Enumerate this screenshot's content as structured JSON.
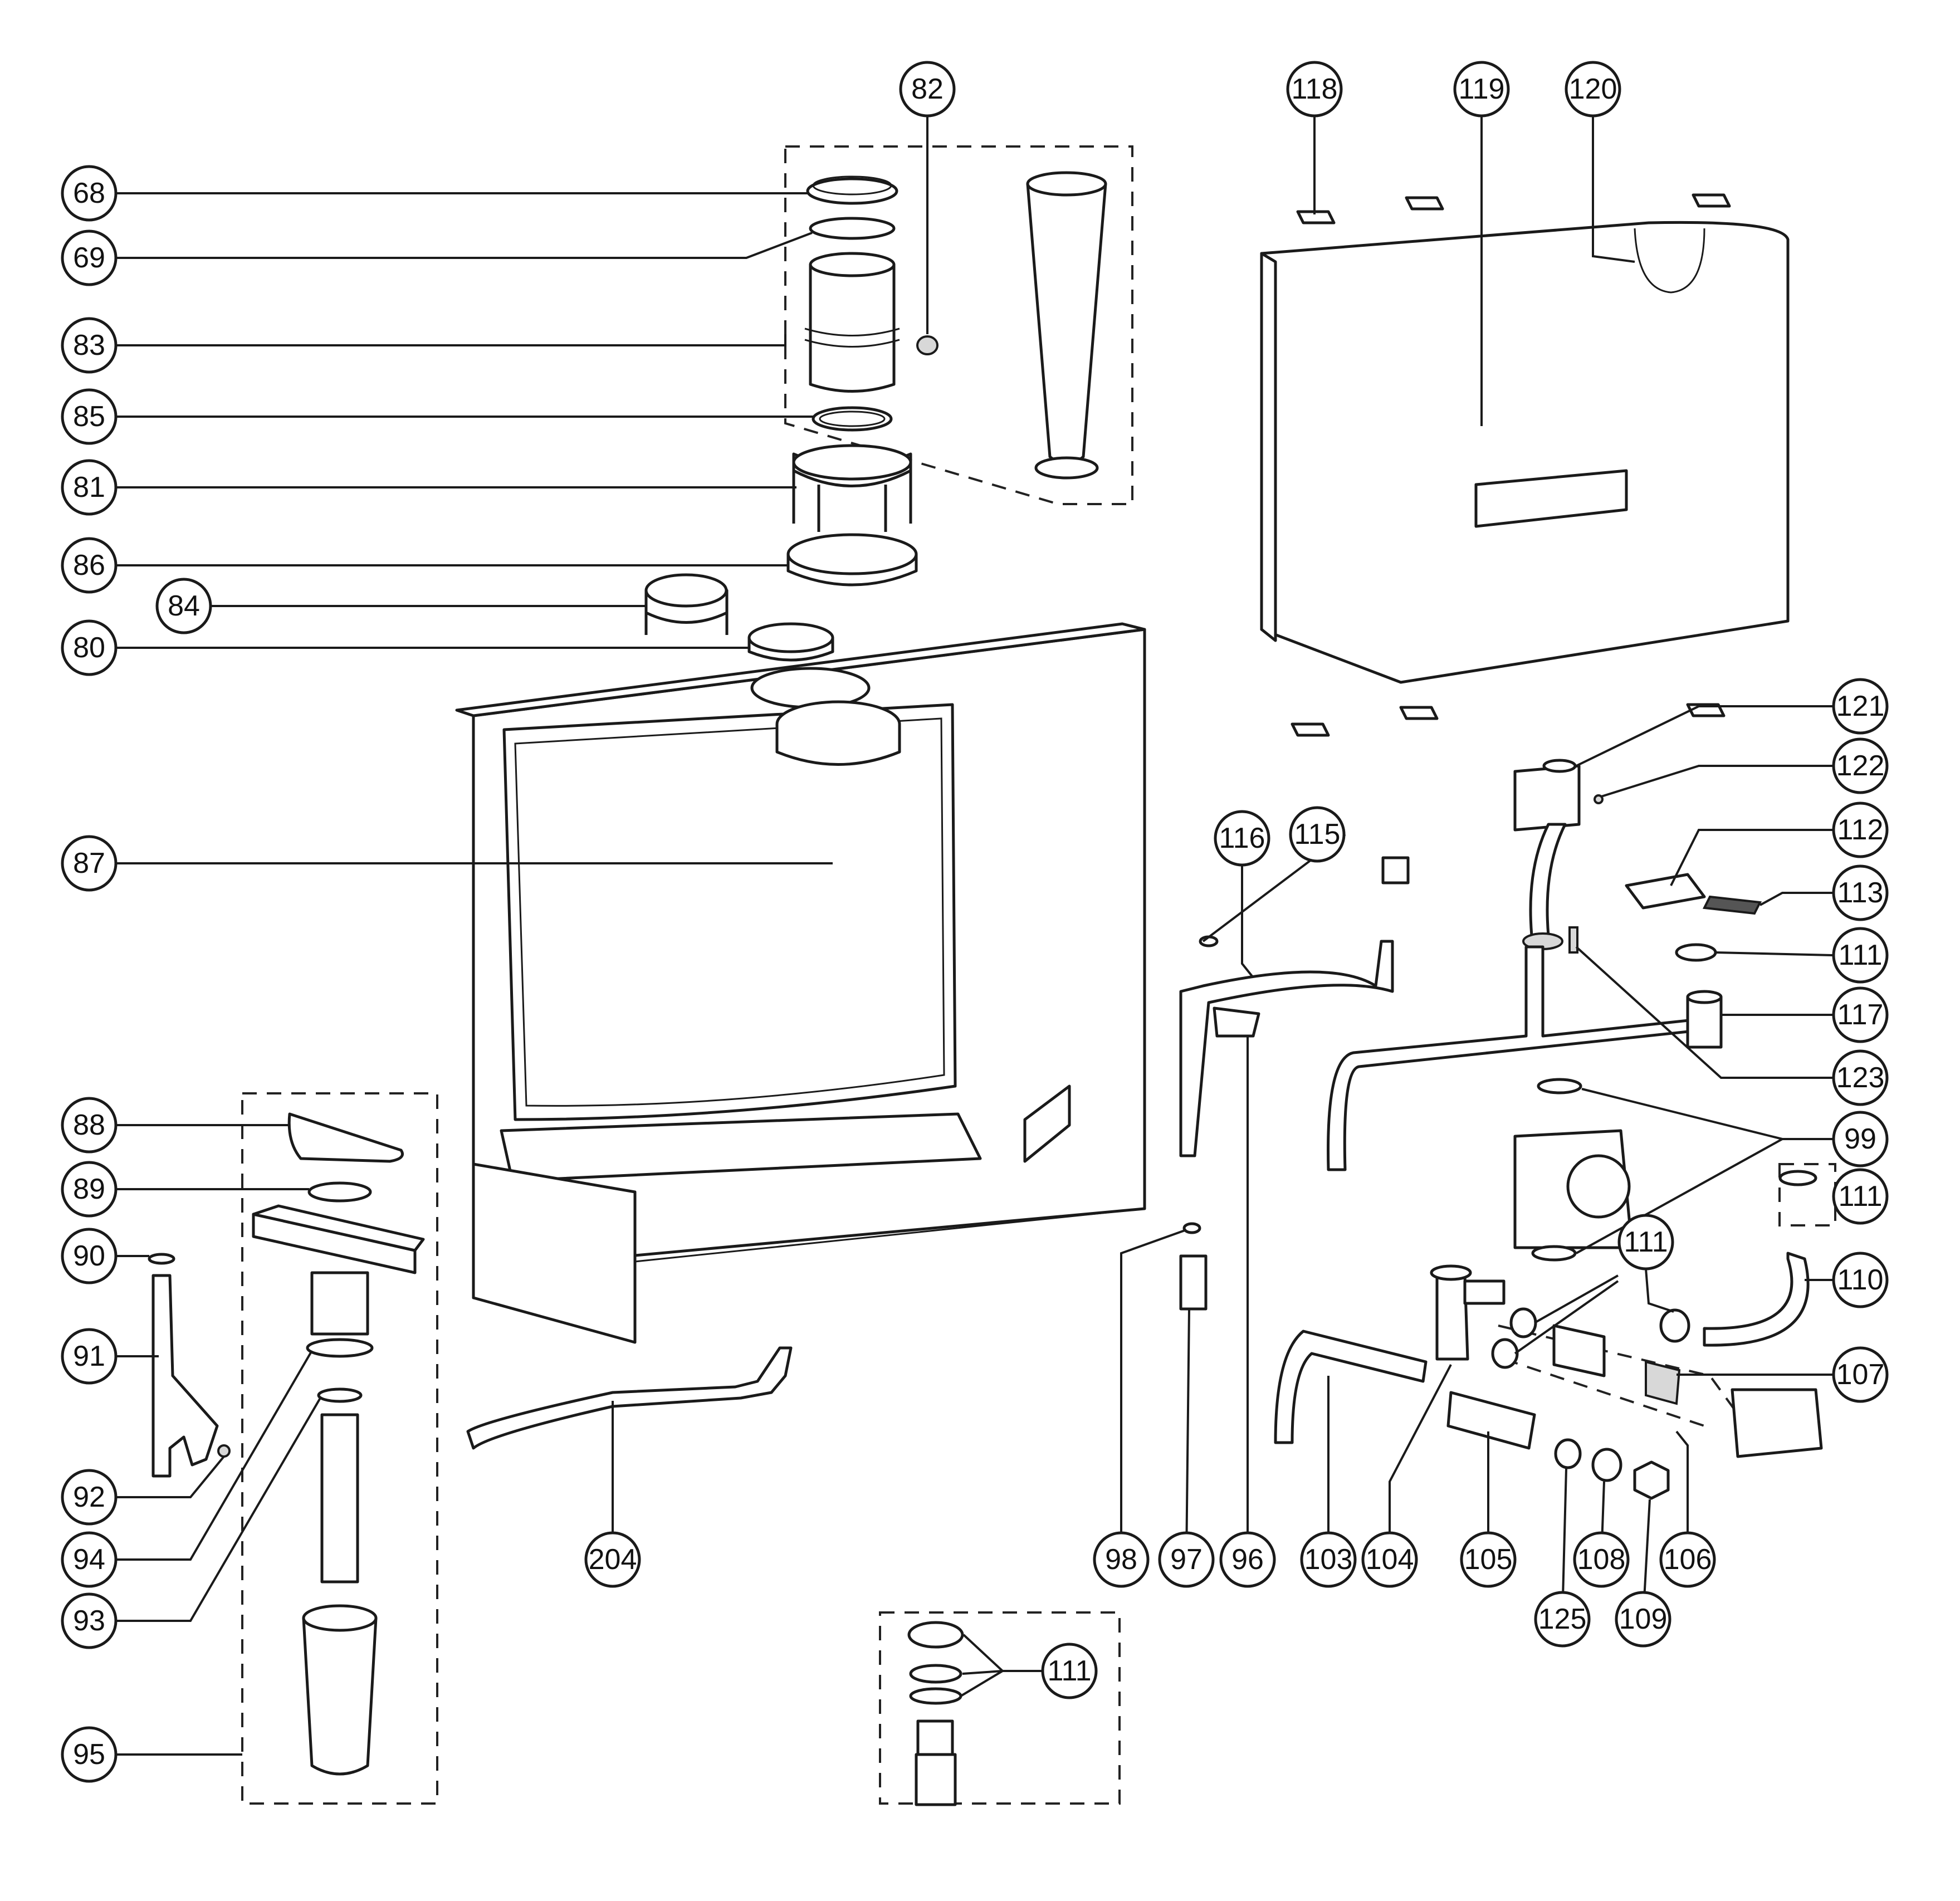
{
  "diagram": {
    "callouts": [
      {
        "id": "c82",
        "label": "82"
      },
      {
        "id": "c68",
        "label": "68"
      },
      {
        "id": "c69",
        "label": "69"
      },
      {
        "id": "c83",
        "label": "83"
      },
      {
        "id": "c85",
        "label": "85"
      },
      {
        "id": "c81",
        "label": "81"
      },
      {
        "id": "c86",
        "label": "86"
      },
      {
        "id": "c84",
        "label": "84"
      },
      {
        "id": "c80",
        "label": "80"
      },
      {
        "id": "c87",
        "label": "87"
      },
      {
        "id": "c88",
        "label": "88"
      },
      {
        "id": "c89",
        "label": "89"
      },
      {
        "id": "c90",
        "label": "90"
      },
      {
        "id": "c91",
        "label": "91"
      },
      {
        "id": "c92",
        "label": "92"
      },
      {
        "id": "c94",
        "label": "94"
      },
      {
        "id": "c93",
        "label": "93"
      },
      {
        "id": "c95",
        "label": "95"
      },
      {
        "id": "c204",
        "label": "204"
      },
      {
        "id": "c118",
        "label": "118"
      },
      {
        "id": "c119",
        "label": "119"
      },
      {
        "id": "c120",
        "label": "120"
      },
      {
        "id": "c121",
        "label": "121"
      },
      {
        "id": "c122",
        "label": "122"
      },
      {
        "id": "c112",
        "label": "112"
      },
      {
        "id": "c113",
        "label": "113"
      },
      {
        "id": "c111a",
        "label": "111"
      },
      {
        "id": "c117",
        "label": "117"
      },
      {
        "id": "c123",
        "label": "123"
      },
      {
        "id": "c99",
        "label": "99"
      },
      {
        "id": "c111b",
        "label": "111"
      },
      {
        "id": "c110",
        "label": "110"
      },
      {
        "id": "c111c",
        "label": "111"
      },
      {
        "id": "c107",
        "label": "107"
      },
      {
        "id": "c116",
        "label": "116"
      },
      {
        "id": "c115",
        "label": "115"
      },
      {
        "id": "c98",
        "label": "98"
      },
      {
        "id": "c97",
        "label": "97"
      },
      {
        "id": "c96",
        "label": "96"
      },
      {
        "id": "c103",
        "label": "103"
      },
      {
        "id": "c104",
        "label": "104"
      },
      {
        "id": "c105",
        "label": "105"
      },
      {
        "id": "c108",
        "label": "108"
      },
      {
        "id": "c106",
        "label": "106"
      },
      {
        "id": "c125",
        "label": "125"
      },
      {
        "id": "c109",
        "label": "109"
      },
      {
        "id": "c111d",
        "label": "111"
      }
    ]
  }
}
